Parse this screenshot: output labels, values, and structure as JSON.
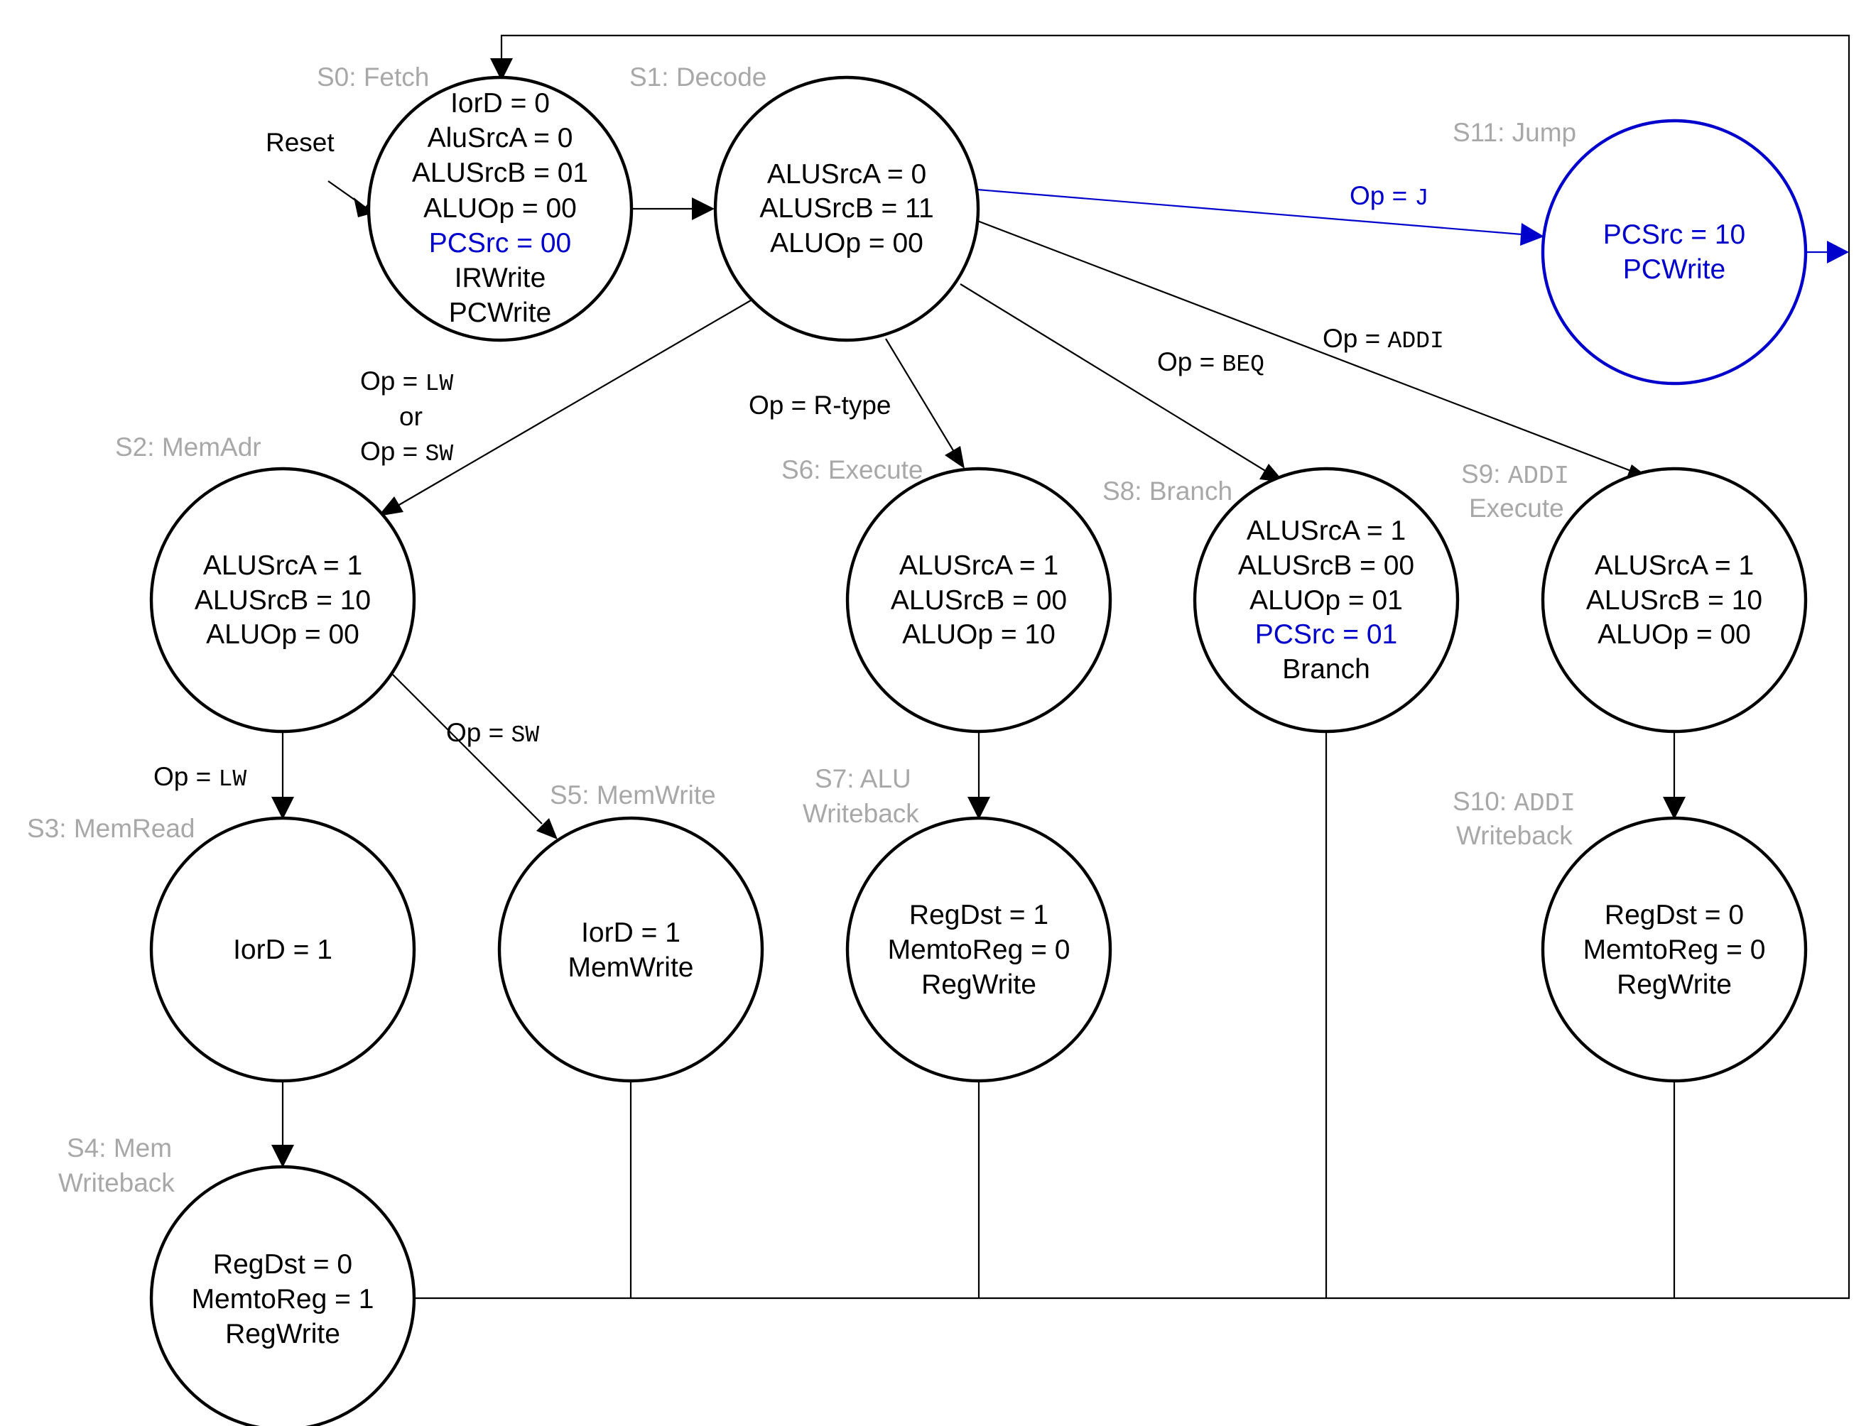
{
  "colors": {
    "stroke": "#000000",
    "highlight": "#0000cc",
    "state_name": "#a8a8a8"
  },
  "reset_label": "Reset",
  "states": {
    "s0": {
      "name": "S0: Fetch",
      "signals": [
        "IorD = 0",
        "AluSrcA = 0",
        "ALUSrcB = 01",
        "ALUOp = 00",
        "PCSrc = 00",
        "IRWrite",
        "PCWrite"
      ]
    },
    "s1": {
      "name": "S1: Decode",
      "signals": [
        "ALUSrcA = 0",
        "ALUSrcB = 11",
        "ALUOp = 00"
      ]
    },
    "s2": {
      "name": "S2: MemAdr",
      "signals": [
        "ALUSrcA = 1",
        "ALUSrcB = 10",
        "ALUOp = 00"
      ]
    },
    "s3": {
      "name": "S3: MemRead",
      "signals": [
        "IorD = 1"
      ]
    },
    "s4": {
      "name_line1": "S4: Mem",
      "name_line2": "Writeback",
      "signals": [
        "RegDst = 0",
        "MemtoReg = 1",
        "RegWrite"
      ]
    },
    "s5": {
      "name": "S5: MemWrite",
      "signals": [
        "IorD = 1",
        "MemWrite"
      ]
    },
    "s6": {
      "name": "S6: Execute",
      "signals": [
        "ALUSrcA = 1",
        "ALUSrcB = 00",
        "ALUOp = 10"
      ]
    },
    "s7": {
      "name_line1": "S7: ALU",
      "name_line2": "Writeback",
      "signals": [
        "RegDst = 1",
        "MemtoReg = 0",
        "RegWrite"
      ]
    },
    "s8": {
      "name": "S8: Branch",
      "signals": [
        "ALUSrcA = 1",
        "ALUSrcB = 00",
        "ALUOp = 01",
        "PCSrc = 01",
        "Branch"
      ]
    },
    "s9": {
      "name_prefix": "S9: ",
      "name_mono": "ADDI",
      "name_line2": "Execute",
      "signals": [
        "ALUSrcA = 1",
        "ALUSrcB = 10",
        "ALUOp = 00"
      ]
    },
    "s10": {
      "name_prefix": "S10: ",
      "name_mono": "ADDI",
      "name_line2": "Writeback",
      "signals": [
        "RegDst = 0",
        "MemtoReg = 0",
        "RegWrite"
      ]
    },
    "s11": {
      "name": "S11: Jump",
      "signals": [
        "PCSrc = 10",
        "PCWrite"
      ]
    }
  },
  "transitions": {
    "lw_or_sw": {
      "prefix": "Op = ",
      "op1": "LW",
      "or": "or",
      "op2": "SW"
    },
    "rtype": {
      "text": "Op = R-type"
    },
    "beq": {
      "prefix": "Op = ",
      "op": "BEQ"
    },
    "addi": {
      "prefix": "Op = ",
      "op": "ADDI"
    },
    "j": {
      "prefix": "Op = ",
      "op": "J"
    },
    "lw": {
      "prefix": "Op = ",
      "op": "LW"
    },
    "sw": {
      "prefix": "Op = ",
      "op": "SW"
    }
  }
}
